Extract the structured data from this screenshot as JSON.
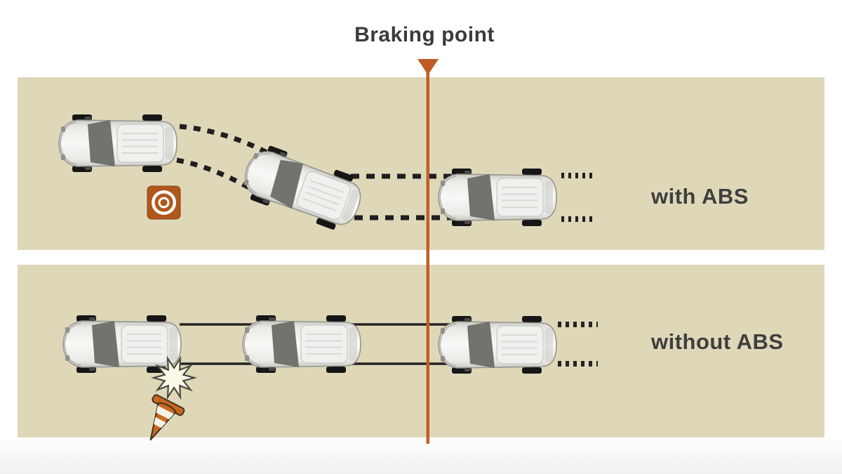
{
  "title": "Braking point",
  "lanes": {
    "with_abs": {
      "label": "with ABS",
      "car_count": 3,
      "maneuver": "swerves around obstacle and straightens out",
      "obstacle": "target-marker"
    },
    "without_abs": {
      "label": "without ABS",
      "car_count": 3,
      "maneuver": "skids straight ahead and hits obstacle",
      "obstacle": "traffic-cone",
      "event": "collision-burst"
    }
  },
  "marker": {
    "name": "braking-point-line",
    "shape": "funnel-triangle-with-vertical-line"
  },
  "colors": {
    "road": "#ded8b9",
    "accent_orange": "#c05f28",
    "target_orange": "#b0571d",
    "cone_orange": "#c9661f",
    "ink": "#3e3e3e",
    "track_black": "#1f1f1f",
    "car_body": "#f2f2f0",
    "burst_fill": "#fbf8e8"
  },
  "icons": [
    "braking-point-marker-icon",
    "target-obstacle-icon",
    "collision-burst-icon",
    "traffic-cone-icon"
  ]
}
